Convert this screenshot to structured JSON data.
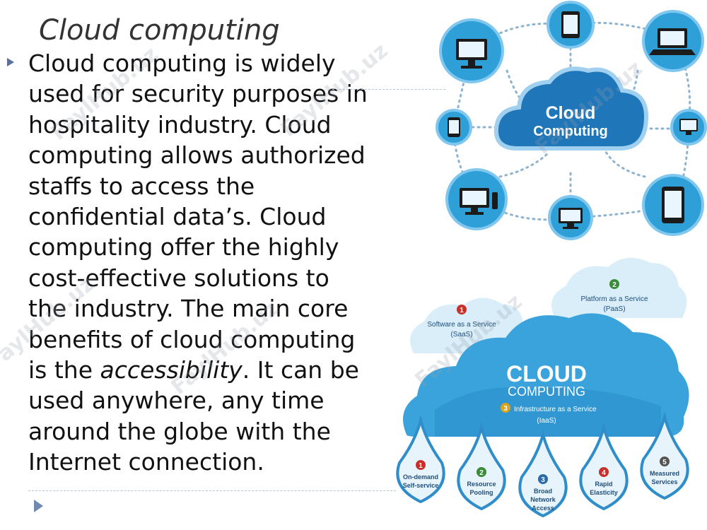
{
  "slide": {
    "title": "Cloud computing",
    "body_part1": "Cloud computing is widely used for security purposes in hospitality industry. Cloud computing allows authorized staffs to access the confidential data’s. Cloud computing offer the highly cost-effective solutions to the industry. The main core benefits of cloud computing is the ",
    "body_emphasis": "accessibility",
    "body_part2": ". It can be used anywhere, any time around the globe with the Internet connection."
  },
  "diagram_top": {
    "cloud_line1": "Cloud",
    "cloud_line2": "Computing"
  },
  "diagram_bottom": {
    "main_line1": "CLOUD",
    "main_line2": "COMPUTING",
    "saas_num": "1",
    "saas_line1": "Software as a Service",
    "saas_line2": "(SaaS)",
    "paas_num": "2",
    "paas_line1": "Platform as a Service",
    "paas_line2": "(PaaS)",
    "iaas_num": "3",
    "iaas_line1": "Infrastructure as a Service",
    "iaas_line2": "(IaaS)",
    "drops": [
      {
        "num": "1",
        "line1": "On-demand",
        "line2": "Self-service",
        "line3": ""
      },
      {
        "num": "2",
        "line1": "Resource",
        "line2": "Pooling",
        "line3": ""
      },
      {
        "num": "3",
        "line1": "Broad",
        "line2": "Network",
        "line3": "Access"
      },
      {
        "num": "4",
        "line1": "Rapid",
        "line2": "Elasticity",
        "line3": ""
      },
      {
        "num": "5",
        "line1": "Measured",
        "line2": "Services",
        "line3": ""
      }
    ]
  },
  "watermark": "FaylHub.uz",
  "colors": {
    "accent": "#5a6f9a",
    "cloud_blue": "#1f76b8",
    "sky_light": "#d9eef9",
    "device_circle": "#2f9fd8",
    "number_red": "#c8312b",
    "number_green": "#3b8c3a",
    "number_yellow": "#d6a51d",
    "number_blue": "#2b6aa8"
  }
}
